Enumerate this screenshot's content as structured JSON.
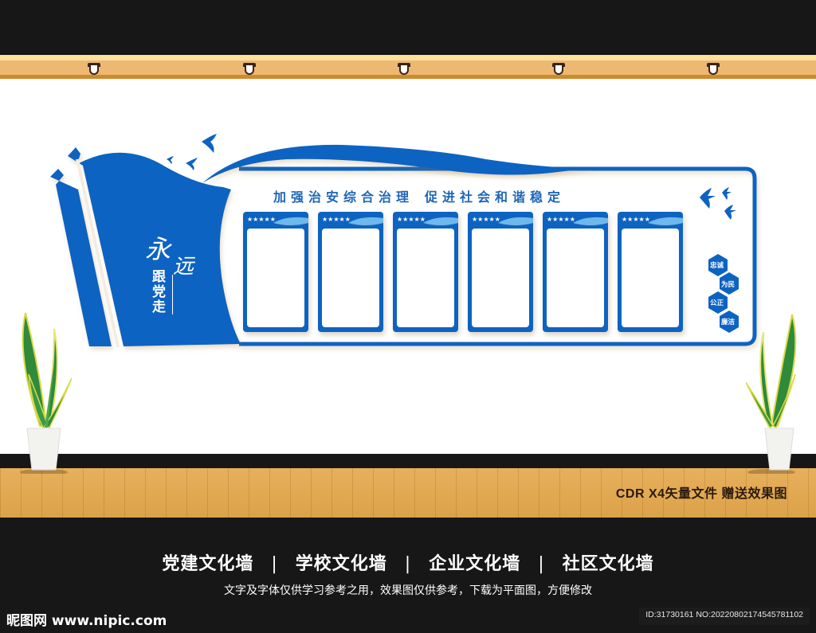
{
  "scene": {
    "colors": {
      "wall_blue": "#0d63c1",
      "light_blue": "#6fb8ec",
      "ceiling_wood": "#ecb872",
      "floor_wood": "#e0a84f",
      "background_dark": "#171717"
    },
    "ceiling_lamps": 5
  },
  "wall_design": {
    "vertical_slogan": {
      "calligraphy": [
        "永",
        "远"
      ],
      "characters": [
        "跟",
        "党",
        "走"
      ]
    },
    "banner_title_part1": "加强治安综合治理",
    "banner_title_part2": "促进社会和谐稳定",
    "panels": [
      {
        "label": "display-panel-1"
      },
      {
        "label": "display-panel-2"
      },
      {
        "label": "display-panel-3"
      },
      {
        "label": "display-panel-4"
      },
      {
        "label": "display-panel-5"
      },
      {
        "label": "display-panel-6"
      }
    ],
    "values_hexagons": [
      "忠诚",
      "为民",
      "公正",
      "廉洁"
    ]
  },
  "floor_caption": "CDR X4矢量文件  赠送效果图",
  "footer": {
    "categories": [
      "党建文化墙",
      "学校文化墙",
      "企业文化墙",
      "社区文化墙"
    ],
    "separator": "|",
    "disclaimer": "文字及字体仅供学习参考之用，效果图仅供参考，下载为平面图，方便修改",
    "watermark": "昵图网 www.nipic.com",
    "id_text": "ID:31730161 NO:20220802174545781102"
  }
}
